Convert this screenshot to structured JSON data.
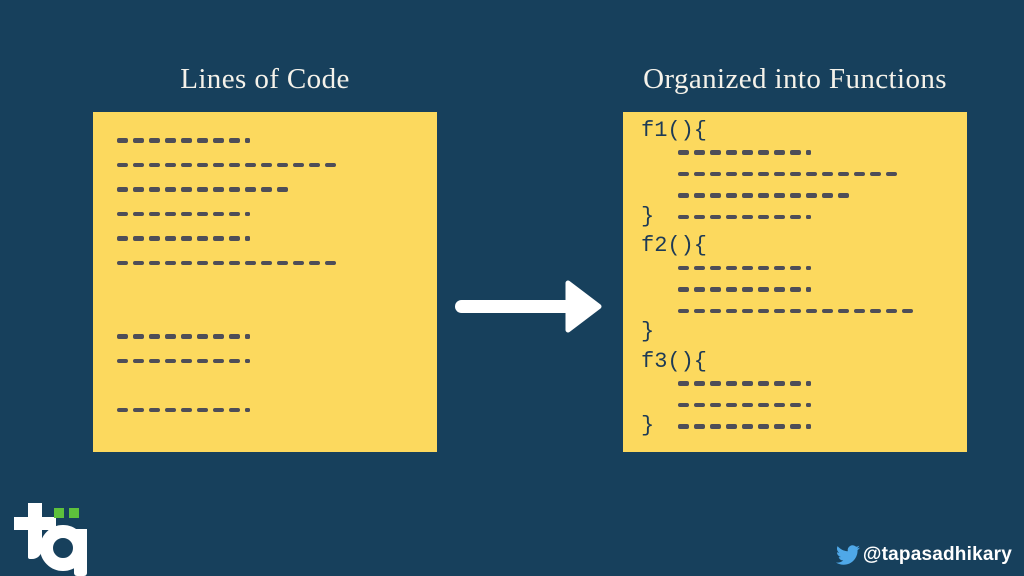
{
  "colors": {
    "background": "#17405C",
    "panel_yellow": "#FCD95E",
    "dash_gray": "#4E4E58",
    "code_navy": "#1D3A56",
    "title_white": "#F5F2EA",
    "arrow_white": "#FFFFFF",
    "twitter_blue": "#4FA8E8",
    "logo_green": "#5EC13C"
  },
  "left_panel": {
    "title": "Lines of Code",
    "lines": [
      {
        "dashes": 8,
        "dot": true
      },
      {
        "dashes": 14
      },
      {
        "dashes": 11
      },
      {
        "dashes": 8,
        "dot": true
      },
      {
        "dashes": 8,
        "dot": true
      },
      {
        "dashes": 14
      },
      {
        "blank": true
      },
      {
        "blank": true
      },
      {
        "dashes": 8,
        "dot": true
      },
      {
        "dashes": 8,
        "dot": true
      },
      {
        "blank": true
      },
      {
        "dashes": 8,
        "dot": true
      }
    ]
  },
  "right_panel": {
    "title": "Organized into Functions",
    "lines": [
      {
        "text": "f1(){"
      },
      {
        "indent": true,
        "dashes": 8,
        "dot": true
      },
      {
        "indent": true,
        "dashes": 14
      },
      {
        "indent": true,
        "dashes": 11
      },
      {
        "text": "}",
        "indent": true,
        "dashes": 8,
        "dot": true
      },
      {
        "text": "f2(){",
        "gap": true
      },
      {
        "indent": true,
        "dashes": 8,
        "dot": true
      },
      {
        "indent": true,
        "dashes": 8,
        "dot": true
      },
      {
        "indent": true,
        "dashes": 15
      },
      {
        "text": "}"
      },
      {
        "text": "f3(){",
        "gap": true
      },
      {
        "indent": true,
        "dashes": 8,
        "dot": true
      },
      {
        "indent": true,
        "dashes": 8,
        "dot": true
      },
      {
        "text": "}",
        "indent": true,
        "dashes": 8,
        "dot": true
      }
    ]
  },
  "arrow": {
    "icon": "right-arrow-icon",
    "direction": "right"
  },
  "footer": {
    "twitter_handle": "@tapasadhikary",
    "icon": "twitter-bird-icon"
  },
  "logo": {
    "letters": "ta",
    "accent_squares": 2
  }
}
